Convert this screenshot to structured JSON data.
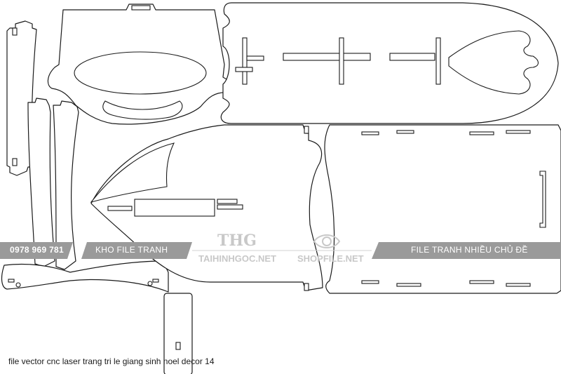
{
  "banner": {
    "phone": "0978 969 781",
    "shop_name": "KHO FILE TRANH",
    "tagline": "FILE TRANH NHIỀU CHỦ ĐỀ",
    "color": "#9a9a9a"
  },
  "watermarks": {
    "left_logo": "THG",
    "left_site": "TAIHINHGOC.NET",
    "right_logo": "eye-icon",
    "right_site": "SHOPFILE.NET",
    "color": "#c8c8c8"
  },
  "caption": "file vector cnc laser trang tri le giang sinh noel decor 14"
}
